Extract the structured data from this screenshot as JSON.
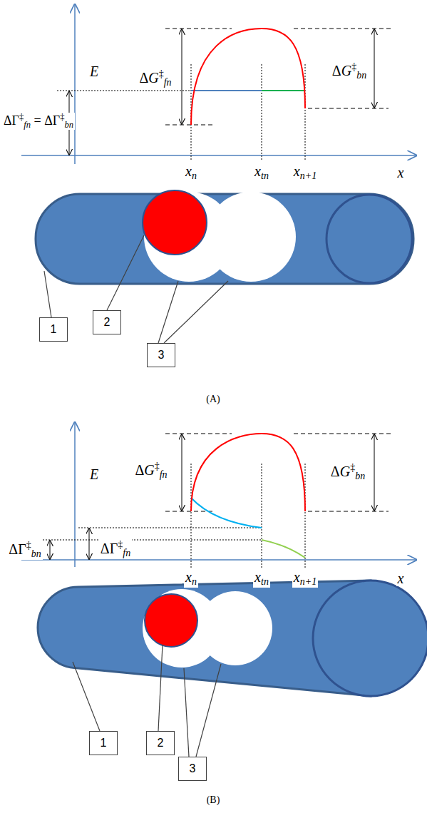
{
  "diagram": {
    "nodes": [
      {
        "text": [
          "1"
        ]
      },
      {
        "text": [
          "2"
        ]
      },
      {
        "text": [
          "3"
        ]
      },
      {
        "text": [
          "1"
        ]
      },
      {
        "text": [
          "2"
        ]
      },
      {
        "text": [
          "3"
        ]
      }
    ],
    "labels": [
      "E",
      "ΔG‡fn",
      "ΔΓ‡fn = ΔΓ‡bn",
      "ΔG‡bn",
      "xn",
      "xtn",
      "xn+1",
      "x",
      "(A)",
      "E",
      "ΔG‡fn",
      "ΔG‡bn",
      "ΔΓ‡bn",
      "ΔΓ‡fn",
      "xn",
      "xtn",
      "xn+1",
      "x",
      "(B)"
    ]
  }
}
